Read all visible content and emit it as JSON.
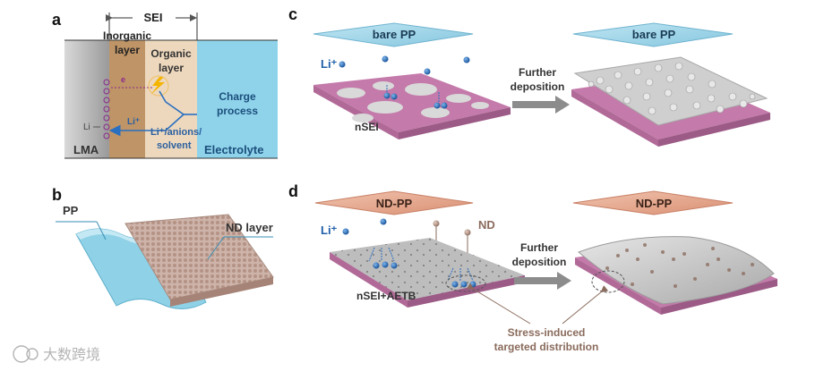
{
  "panels": {
    "a": {
      "letter": "a",
      "sei": "SEI",
      "inorganic_layer": [
        "Inorganic",
        "layer"
      ],
      "organic_layer": [
        "Organic",
        "layer"
      ],
      "charge_process": [
        "Charge",
        "process"
      ],
      "e_label": "e",
      "li_plus_label": "Li⁺",
      "li_label": "Li",
      "transport": [
        "Li⁺/anions/",
        "solvent"
      ],
      "lma": "LMA",
      "electrolyte": "Electrolyte",
      "colors": {
        "lma": "#c4c4c4",
        "inorganic": "#bf9466",
        "organic": "#edd8bd",
        "electrolyte": "#8fd3ea",
        "electron": "#8b2a8b",
        "path": "#2a6fc0"
      }
    },
    "b": {
      "letter": "b",
      "pp": "PP",
      "nd_layer": "ND layer",
      "colors": {
        "pp": "#8fd1e6",
        "nd": "#c7aaa0"
      }
    },
    "c": {
      "letter": "c",
      "bare_pp": "bare PP",
      "bare_pp_2": "bare PP",
      "li_plus": "Li⁺",
      "further_deposition": [
        "Further",
        "deposition"
      ],
      "nsei": "nSEI",
      "colors": {
        "bare_pp": "#9fd4e8",
        "substrate": "#c47aaa",
        "deposit": "#d9d9d9",
        "li_ion": "#1f5fa8"
      }
    },
    "d": {
      "letter": "d",
      "nd_pp": "ND-PP",
      "nd_pp_2": "ND-PP",
      "li_plus": "Li⁺",
      "nd": "ND",
      "further_deposition": [
        "Further",
        "deposition"
      ],
      "nsei_aetb": "nSEI+AETB",
      "stress": [
        "Stress-induced",
        "targeted distribution"
      ],
      "colors": {
        "nd_pp": "#e2a68f",
        "substrate": "#c47aaa",
        "film": "#bdbdbd",
        "nd_particle": "#a58a7a"
      }
    }
  },
  "watermark": "大数跨境"
}
